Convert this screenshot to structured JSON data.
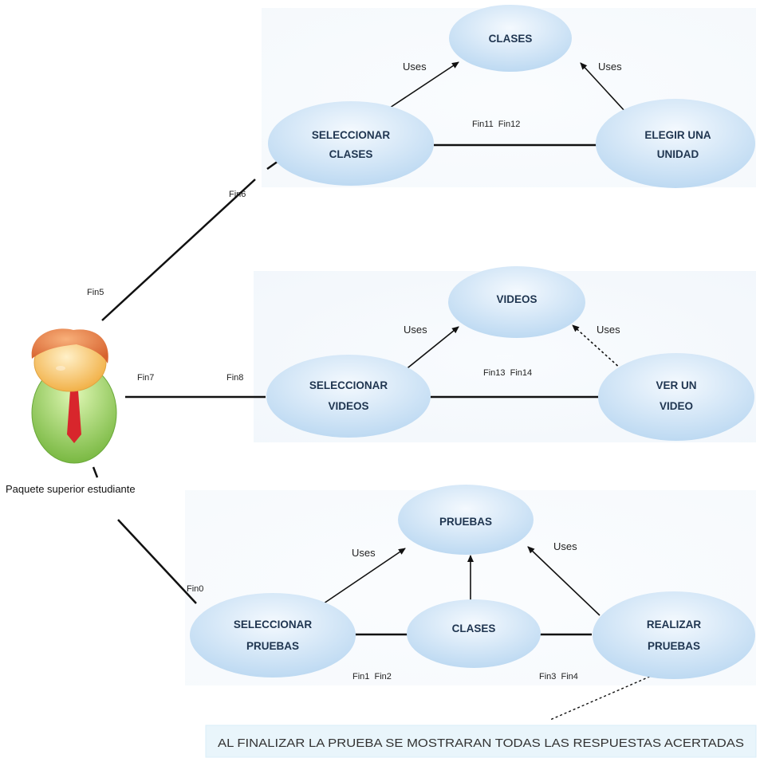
{
  "actor": {
    "label": "Paquete superior estudiante"
  },
  "clases_group": {
    "target": "CLASES",
    "select": [
      "SELECCIONAR",
      "CLASES"
    ],
    "right": [
      "ELEGIR UNA",
      "UNIDAD"
    ],
    "uses_left": "Uses",
    "uses_right": "Uses",
    "link_label": "Fin11  Fin12"
  },
  "videos_group": {
    "target": "VIDEOS",
    "select": [
      "SELECCIONAR",
      "VIDEOS"
    ],
    "right": [
      "VER UN",
      "VIDEO"
    ],
    "uses_left": "Uses",
    "uses_right": "Uses",
    "link_label": "Fin13  Fin14"
  },
  "pruebas_group": {
    "target": "PRUEBAS",
    "select": [
      "SELECCIONAR",
      "PRUEBAS"
    ],
    "middle": "CLASES",
    "right": [
      "REALIZAR",
      "PRUEBAS"
    ],
    "uses_left": "Uses",
    "uses_right": "Uses",
    "link_left": "Fin1  Fin2",
    "link_right": "Fin3  Fin4"
  },
  "actor_links": {
    "fin5": "Fin5",
    "fin6": "Fin6",
    "fin7": "Fin7",
    "fin8": "Fin8",
    "fin0": "Fin0"
  },
  "note": {
    "text": "AL FINALIZAR LA PRUEBA SE MOSTRARAN TODAS LAS RESPUESTAS ACERTADAS"
  },
  "colors": {
    "ellipse_light": "#eef6fd",
    "ellipse_dark": "#b6d6f2",
    "line": "#111111",
    "note_bg": "#e6f4fb"
  }
}
